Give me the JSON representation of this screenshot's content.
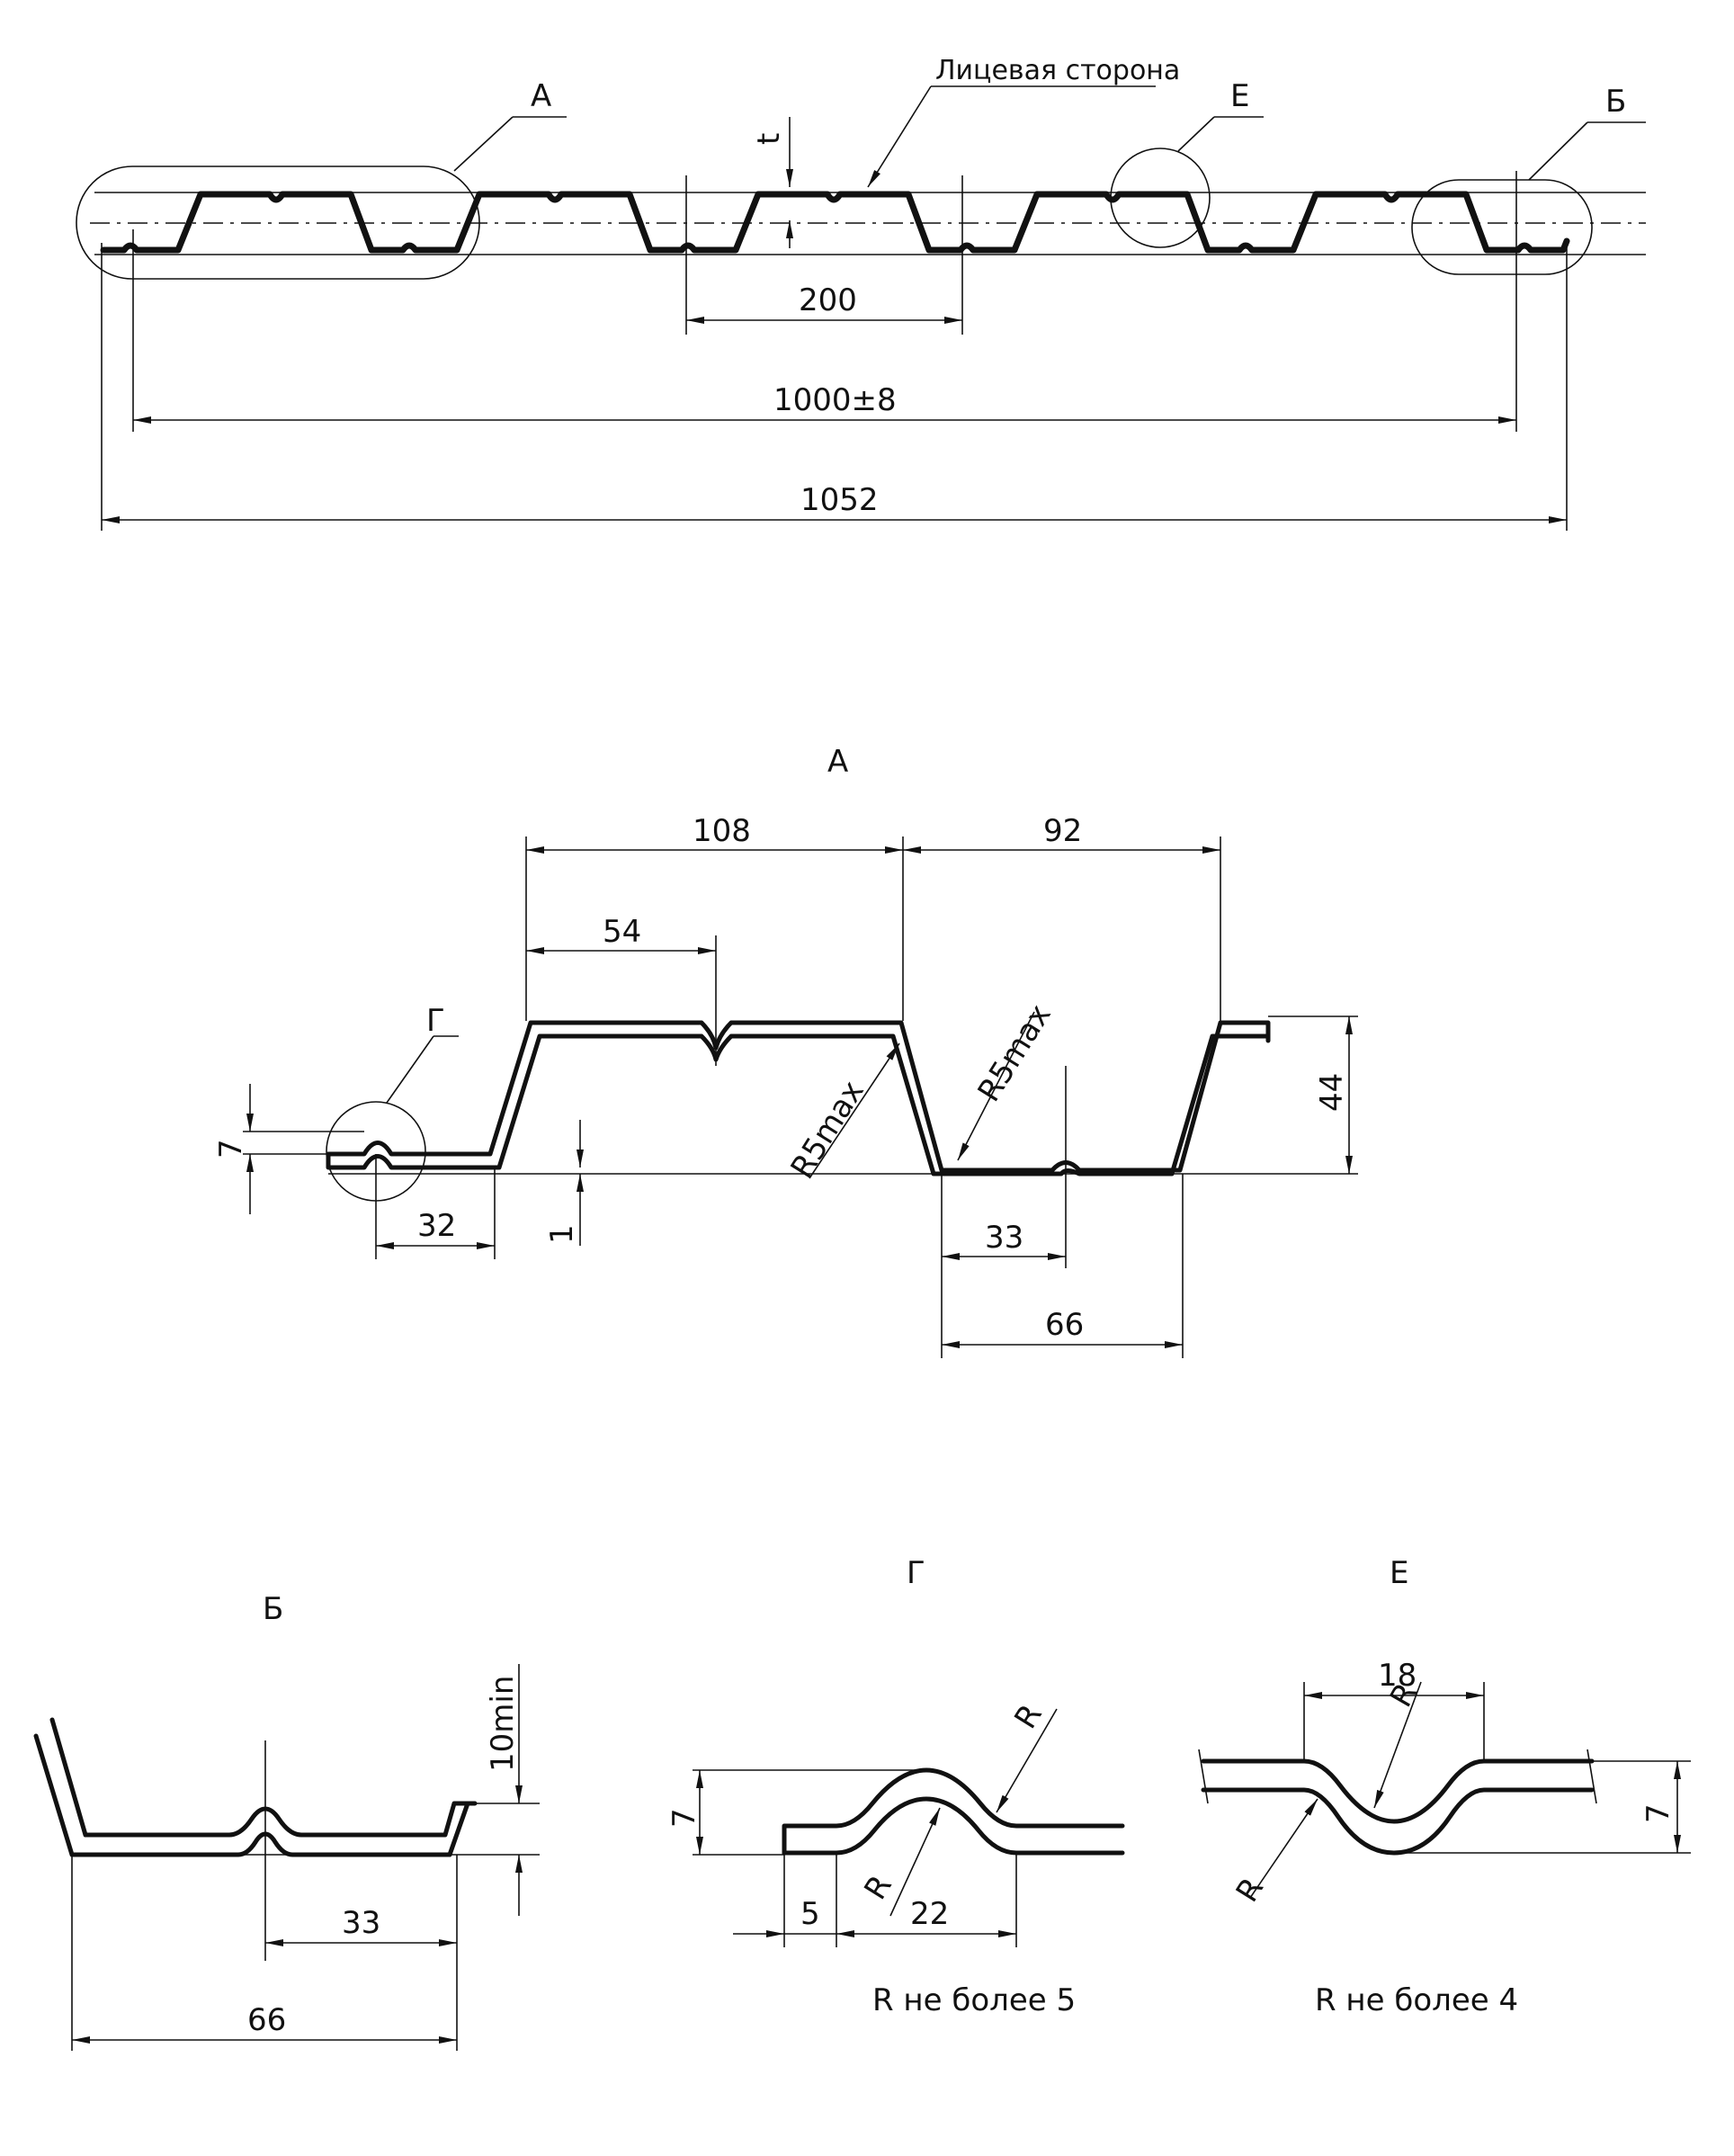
{
  "view_main": {
    "callout_a": "А",
    "callout_e": "Е",
    "callout_b": "Б",
    "face_side": "Лицевая сторона",
    "thickness": "t",
    "dim_pitch": "200",
    "dim_working_width": "1000±8",
    "dim_overall_width": "1052"
  },
  "view_a": {
    "title": "А",
    "callout_g": "Г",
    "dim_108": "108",
    "dim_92": "92",
    "dim_54": "54",
    "dim_44": "44",
    "dim_7": "7",
    "dim_1": "1",
    "dim_32": "32",
    "dim_33": "33",
    "dim_66": "66",
    "radius_left": "R5max",
    "radius_right": "R5max"
  },
  "view_b": {
    "title": "Б",
    "dim_10min": "10min",
    "dim_33": "33",
    "dim_66": "66"
  },
  "view_g": {
    "title": "Г",
    "dim_7": "7",
    "dim_5": "5",
    "dim_22": "22",
    "radius_top": "R",
    "radius_bottom": "R",
    "note": "R не более 5"
  },
  "view_e": {
    "title": "Е",
    "dim_18": "18",
    "dim_7": "7",
    "radius_top": "R",
    "radius_bottom": "R",
    "note": "R не более 4"
  }
}
